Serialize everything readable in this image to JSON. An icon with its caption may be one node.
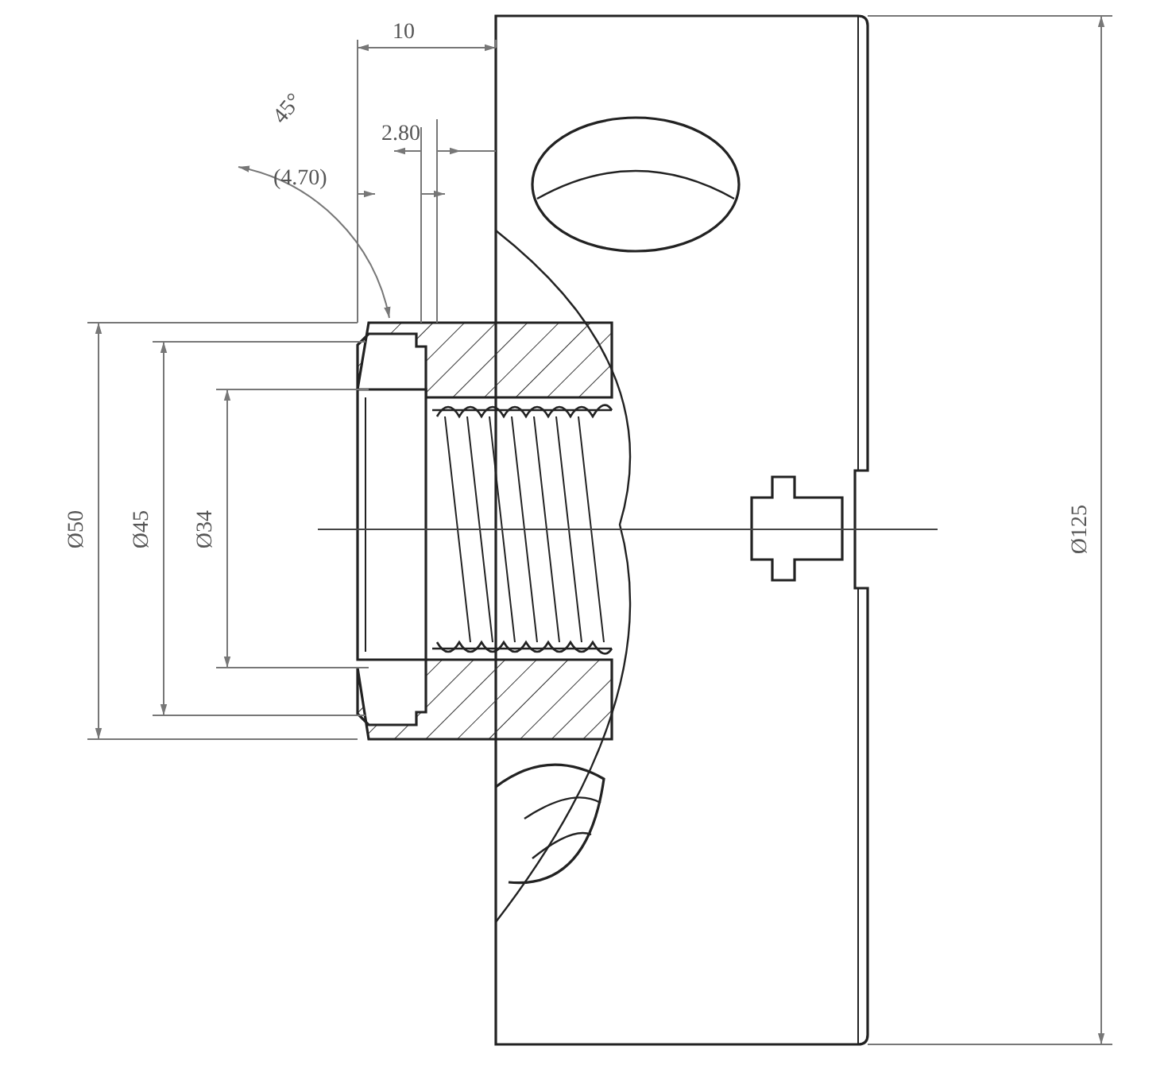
{
  "diagram": {
    "labels": [
      "10",
      "45°",
      "2.80",
      "(4.70)",
      "Ø50",
      "Ø45",
      "Ø34",
      "Ø125"
    ]
  }
}
